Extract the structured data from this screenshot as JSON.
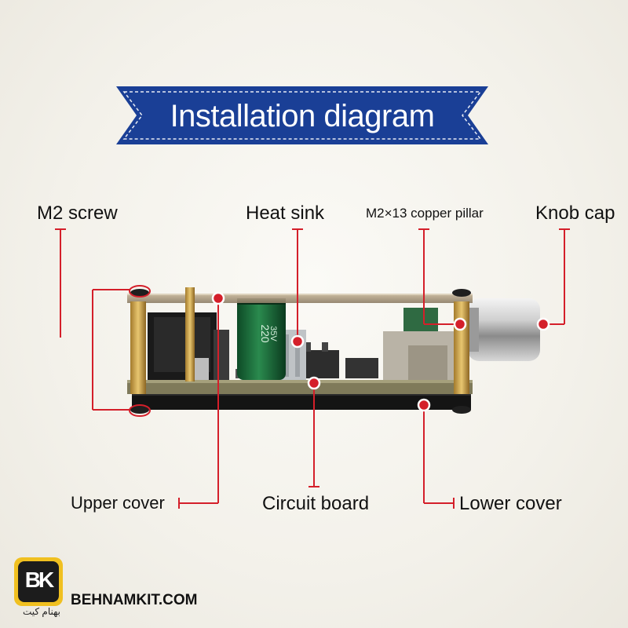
{
  "banner": {
    "title": "Installation diagram",
    "fill_color": "#1a3f96",
    "stitch_color": "#ffffff"
  },
  "callouts": {
    "m2_screw": "M2 screw",
    "heat_sink": "Heat sink",
    "copper_pillar": "M2×13 copper pillar",
    "knob_cap": "Knob cap",
    "upper_cover": "Upper cover",
    "circuit_board": "Circuit board",
    "lower_cover": "Lower cover"
  },
  "capacitor": {
    "marking_1": "220",
    "marking_2": "35V"
  },
  "accent_color": "#d41f2a",
  "brand": {
    "logo_text": "BK",
    "site": "BEHNAMKIT.COM",
    "name_fa": "بهنام کیت"
  }
}
